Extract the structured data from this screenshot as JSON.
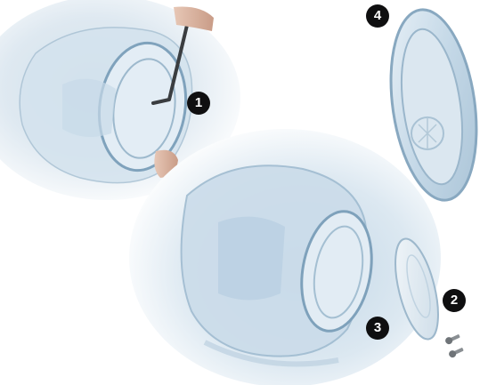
{
  "callouts": [
    {
      "number": "1",
      "part": "hex-key"
    },
    {
      "number": "2",
      "part": "valve-cover"
    },
    {
      "number": "3",
      "part": "screws"
    },
    {
      "number": "4",
      "part": "cushion-ring"
    }
  ],
  "colors": {
    "background": "#ffffff",
    "badge": "#0f0f10",
    "badge_text": "#ffffff",
    "plastic": "#c7d9e8",
    "plastic_edge": "#8fb0c8"
  }
}
